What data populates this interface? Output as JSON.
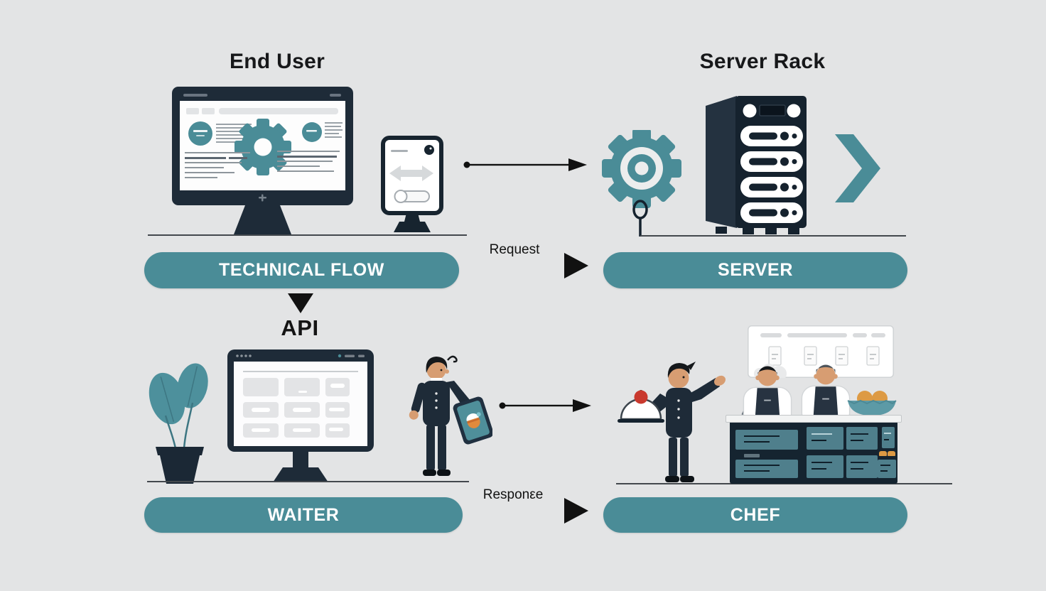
{
  "scenes": {
    "end_user": {
      "title": "End User"
    },
    "server_rack": {
      "title": "Server Rack"
    }
  },
  "banners": {
    "technical_flow": "TECHNICAL FLOW",
    "server": "SERVER",
    "waiter": "WAITER",
    "chef": "CHEF"
  },
  "flow_labels": {
    "request": "Request",
    "api": "API",
    "response": "Responεe"
  },
  "colors": {
    "background": "#e3e4e5",
    "teal": "#4a8c97",
    "navy": "#1e2b38",
    "server_dark": "#15222e",
    "arrow_black": "#111111",
    "skin": "#d79d72",
    "accent_red": "#c9392e",
    "accent_orange": "#dd9a44",
    "bowl_teal": "#5c9aa6"
  },
  "icons": {
    "gear-icon": "⚙",
    "chevron-right-icon": "❯",
    "request-arrow-icon": "→",
    "response-arrow-icon": "→",
    "down-arrow-icon": "▼",
    "transfer-arrows-icon": "⇄",
    "cloche-icon": "🍽"
  }
}
